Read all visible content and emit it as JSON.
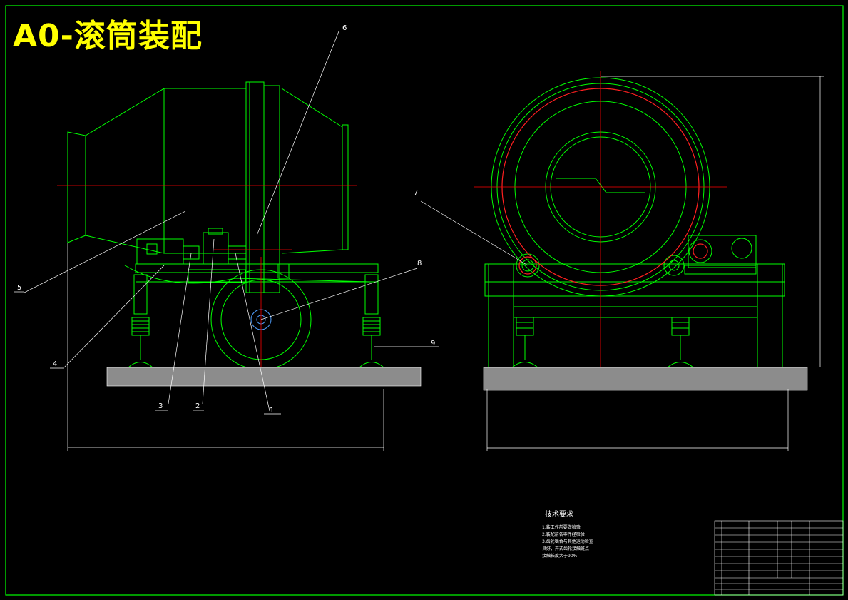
{
  "title": "A0-滚筒装配",
  "balloons": [
    "1",
    "2",
    "3",
    "4",
    "5",
    "6",
    "7",
    "8",
    "9"
  ],
  "technical_requirements": {
    "title": "技术要求",
    "lines": [
      "1.装工作前要做检验",
      "2.装配前各零件经检验",
      "3.齿轮啮合与其他运动检查",
      "良好，开式齿轮接触斑点",
      "接触长度大于90%"
    ]
  },
  "colors": {
    "background": "#000000",
    "outline": "#00ff00",
    "centerline": "#ff0000",
    "annotation": "#ffffff",
    "title": "#ffff00"
  }
}
